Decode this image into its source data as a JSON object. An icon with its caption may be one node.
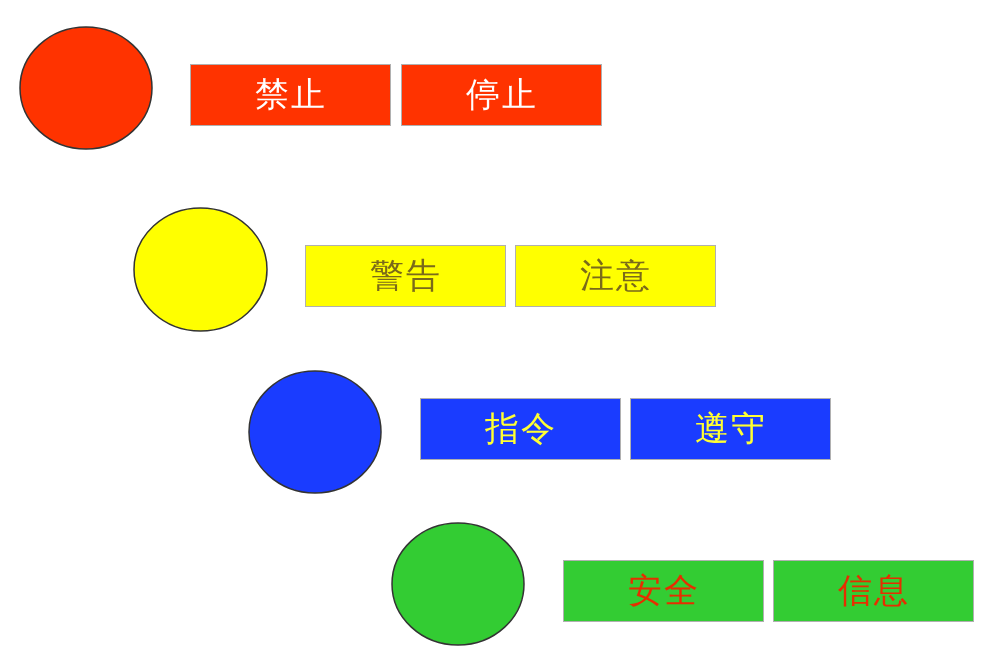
{
  "diagram": {
    "nodes": [
      {
        "text": [],
        "shape": "circle"
      },
      {
        "text": [
          "禁止"
        ]
      },
      {
        "text": [
          "停止"
        ]
      },
      {
        "text": [],
        "shape": "circle"
      },
      {
        "text": [
          "警告"
        ]
      },
      {
        "text": [
          "注意"
        ]
      },
      {
        "text": [],
        "shape": "circle"
      },
      {
        "text": [
          "指令"
        ]
      },
      {
        "text": [
          "遵守"
        ]
      },
      {
        "text": [],
        "shape": "circle"
      },
      {
        "text": [
          "安全"
        ]
      },
      {
        "text": [
          "信息"
        ]
      }
    ]
  }
}
